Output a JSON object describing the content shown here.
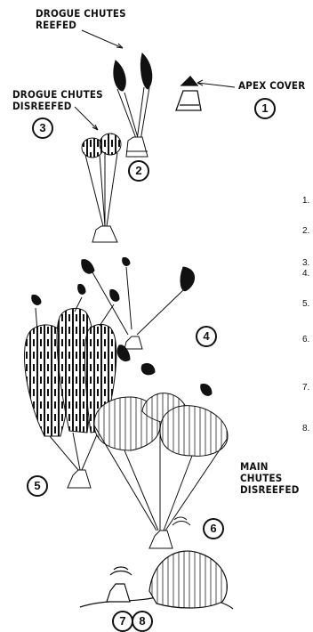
{
  "labels": {
    "drogue_reefed": "DROGUE CHUTES\nREEFED",
    "drogue_disreefed": "DROGUE CHUTES\nDISREEFED",
    "apex_cover": "APEX COVER",
    "main_disreefed": "MAIN\nCHUTES\nDISREEFED"
  },
  "steps": [
    "1",
    "2",
    "3",
    "4",
    "5",
    "6",
    "7",
    "8"
  ],
  "steps_combined": "(7)(8)",
  "edge_numbers": [
    "1.",
    "2.",
    "3.",
    "4.",
    "5.",
    "6.",
    "7.",
    "8."
  ]
}
